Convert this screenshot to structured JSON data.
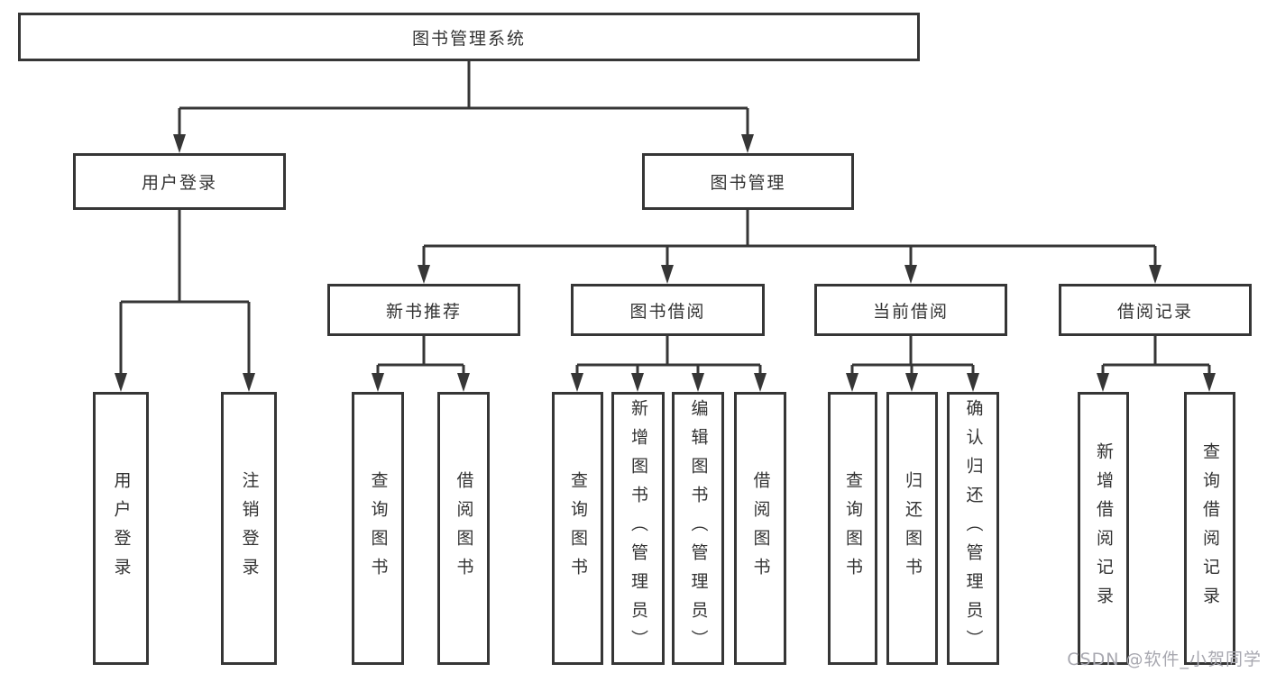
{
  "diagram": {
    "watermark": "CSDN @软件_小贺同学",
    "colors": {
      "line": "#363636",
      "text": "#333333",
      "background": "#ffffff",
      "watermark_gray": "#a8a8b0"
    },
    "nodes": {
      "root": "图书管理系统",
      "user_login": "用户登录",
      "book_mgmt": "图书管理",
      "leaf_user_login": "用户登录",
      "leaf_logout": "注销登录",
      "new_book_rec": "新书推荐",
      "book_borrow": "图书借阅",
      "current_borrow": "当前借阅",
      "borrow_records": "借阅记录",
      "nbr_query_book": "查询图书",
      "nbr_borrow_book": "借阅图书",
      "bb_query_book": "查询图书",
      "bb_add_book_admin": "新增图书（管理员）",
      "bb_edit_book_admin": "编辑图书（管理员）",
      "bb_borrow_book": "借阅图书",
      "cb_query_book": "查询图书",
      "cb_return_book": "归还图书",
      "cb_confirm_return_admin": "确认归还（管理员）",
      "br_add_record": "新增借阅记录",
      "br_query_record": "查询借阅记录"
    }
  }
}
